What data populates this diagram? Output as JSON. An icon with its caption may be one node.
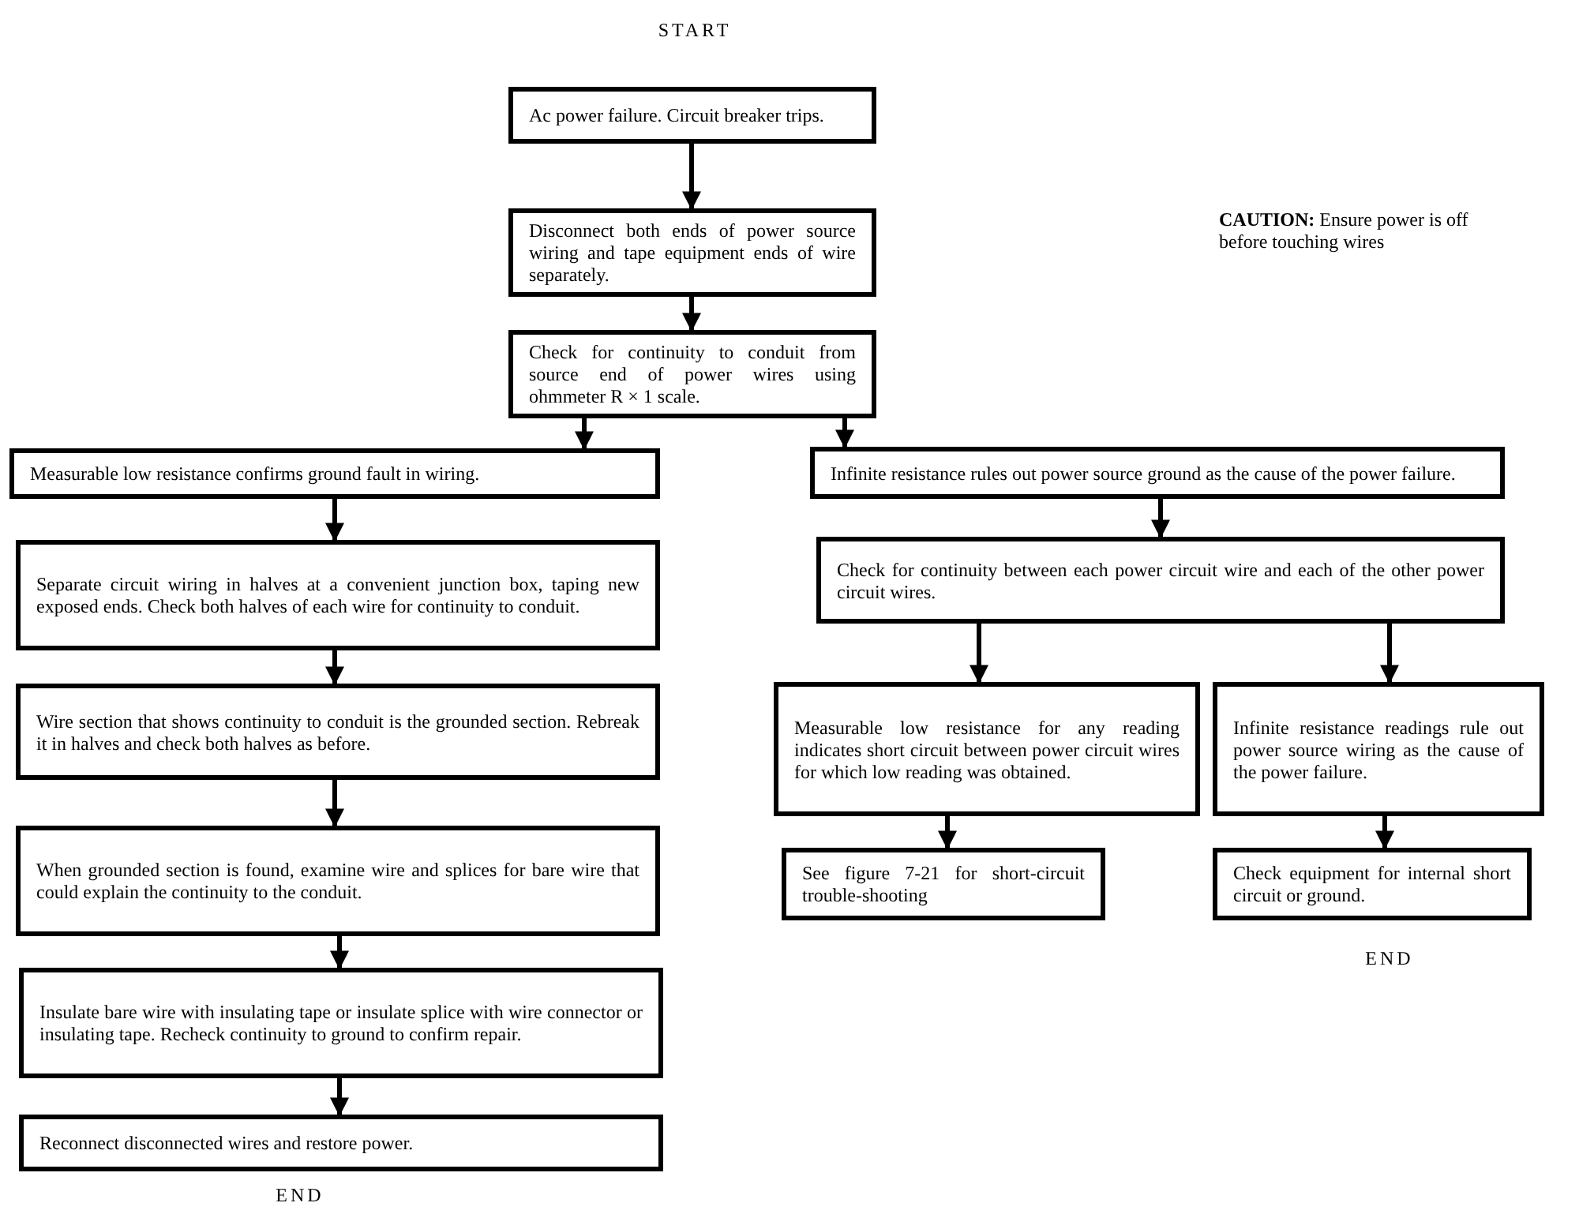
{
  "diagram": {
    "nodes": [
      {
        "text": [
          "Ac power failure. Circuit breaker trips."
        ]
      },
      {
        "text": [
          "Disconnect both ends of power source wiring and tape equipment ends of wire separately."
        ]
      },
      {
        "text": [
          "Check for continuity to conduit from source end of power wires using ohmmeter R × 1 scale."
        ]
      },
      {
        "text": [
          "Measurable low resistance confirms ground fault in wiring."
        ]
      },
      {
        "text": [
          "Separate circuit wiring in halves at a convenient junction box, taping new exposed ends. Check both halves of each wire for continuity to conduit."
        ]
      },
      {
        "text": [
          "Wire section that shows continuity to conduit is the grounded section. Rebreak it in halves and check both halves as before."
        ]
      },
      {
        "text": [
          "When grounded section is found, examine wire and splices for bare wire that could explain the continuity to the conduit."
        ]
      },
      {
        "text": [
          "Insulate bare wire with insulating tape or insulate splice with wire connector or insulating tape. Recheck continuity to ground to confirm repair."
        ]
      },
      {
        "text": [
          "Reconnect disconnected wires and restore power."
        ]
      },
      {
        "text": [
          "Infinite resistance rules out power source ground as the cause of the power failure."
        ]
      },
      {
        "text": [
          "Check for continuity between each power circuit wire and each of the other power circuit wires."
        ]
      },
      {
        "text": [
          "Measurable low resistance for any reading indicates short circuit between power circuit wires for which low reading was obtained."
        ]
      },
      {
        "text": [
          "Infinite resistance readings rule out power source wiring as the cause of the power failure."
        ]
      },
      {
        "text": [
          "See figure 7-21 for short-circuit trouble-shooting"
        ]
      },
      {
        "text": [
          "Check equipment for internal short circuit or ground."
        ]
      }
    ],
    "edges": [
      {
        "from": 0,
        "to": 1,
        "arrow": "to"
      },
      {
        "from": 1,
        "to": 2,
        "arrow": "to"
      },
      {
        "from": 2,
        "to": 3,
        "arrow": "to"
      },
      {
        "from": 2,
        "to": 9,
        "arrow": "to"
      },
      {
        "from": 3,
        "to": 4,
        "arrow": "to"
      },
      {
        "from": 4,
        "to": 5,
        "arrow": "to"
      },
      {
        "from": 5,
        "to": 6,
        "arrow": "to"
      },
      {
        "from": 6,
        "to": 7,
        "arrow": "to"
      },
      {
        "from": 7,
        "to": 8,
        "arrow": "to"
      },
      {
        "from": 9,
        "to": 10,
        "arrow": "to"
      },
      {
        "from": 10,
        "to": 11,
        "arrow": "to"
      },
      {
        "from": 10,
        "to": 12,
        "arrow": "to"
      },
      {
        "from": 11,
        "to": 13,
        "arrow": "to"
      },
      {
        "from": 12,
        "to": 14,
        "arrow": "to"
      }
    ],
    "labels": [
      "START",
      "**CAUTION:** Ensure power is off before touching wires",
      "END",
      "END"
    ]
  }
}
